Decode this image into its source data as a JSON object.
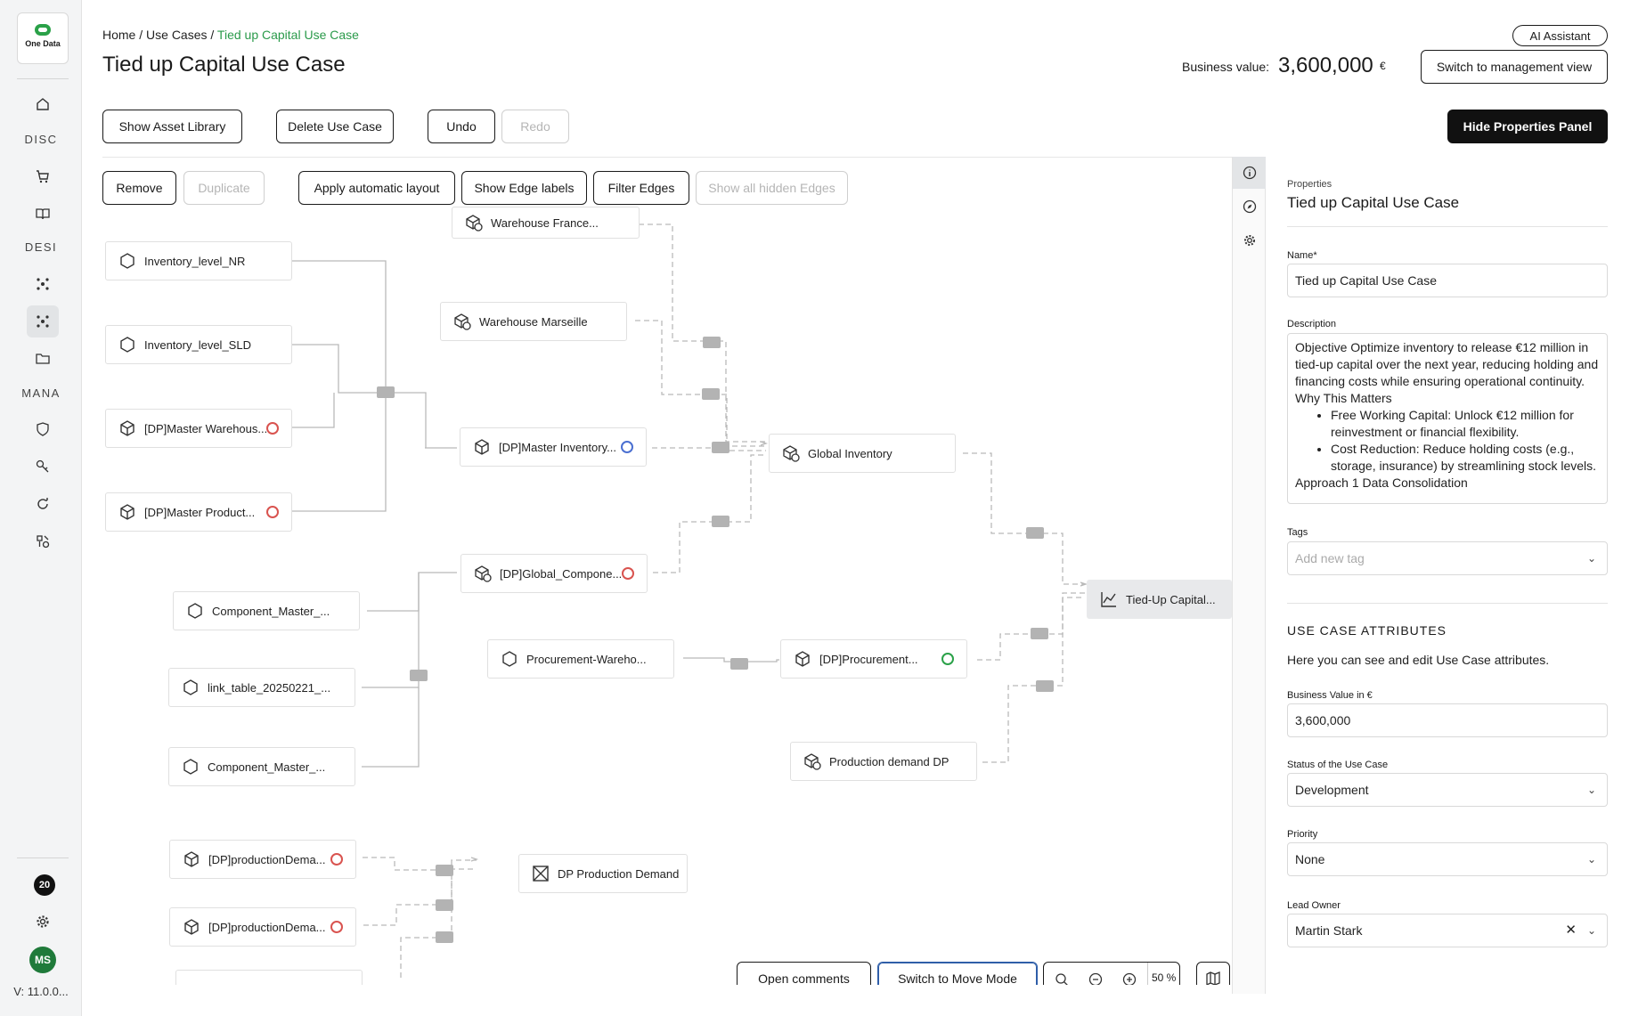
{
  "app": {
    "logo_text": "One Data",
    "version": "V: 11.0.0..."
  },
  "sidebar": {
    "labels": [
      "DISC",
      "DESI",
      "MANA"
    ],
    "notification_count": "20",
    "avatar_initials": "MS"
  },
  "breadcrumb": {
    "home": "Home",
    "sep": "/",
    "use_cases": "Use Cases",
    "current": "Tied up Capital Use Case"
  },
  "page_title": "Tied up Capital Use Case",
  "business_value": {
    "label": "Business value:",
    "value": "3,600,000",
    "unit": "€"
  },
  "header_buttons": {
    "ai_assistant": "AI Assistant",
    "switch_management": "Switch to management view",
    "show_asset_library": "Show Asset Library",
    "delete_use_case": "Delete Use Case",
    "undo": "Undo",
    "redo": "Redo",
    "hide_properties": "Hide Properties Panel"
  },
  "canvas_toolbar": {
    "remove": "Remove",
    "duplicate": "Duplicate",
    "auto_layout": "Apply automatic layout",
    "edge_labels": "Show Edge labels",
    "filter_edges": "Filter Edges",
    "show_hidden": "Show all hidden Edges"
  },
  "nodes": {
    "warehouse_france": "Warehouse France...",
    "inventory_nr": "Inventory_level_NR",
    "warehouse_marseille": "Warehouse Marseille",
    "inventory_sld": "Inventory_level_SLD",
    "master_warehouse": "[DP]Master Warehous...",
    "master_inventory": "[DP]Master Inventory...",
    "global_inventory": "Global Inventory",
    "master_product": "[DP]Master Product...",
    "global_component": "[DP]Global_Compone...",
    "tied_up_capital": "Tied-Up Capital...",
    "component_master_1": "Component_Master_...",
    "procurement_wareho": "Procurement-Wareho...",
    "dp_procurement": "[DP]Procurement...",
    "link_table": "link_table_20250221_...",
    "component_master_2": "Component_Master_...",
    "production_demand_dp": "Production demand DP",
    "production_demand_1": "[DP]productionDema...",
    "dp_production_demand": "DP Production Demand",
    "production_demand_2": "[DP]productionDema..."
  },
  "bottom_bar": {
    "open_comments": "Open comments",
    "move_mode": "Switch to Move Mode",
    "zoom": "50 %"
  },
  "properties": {
    "section_label": "Properties",
    "title": "Tied up Capital Use Case",
    "name_label": "Name*",
    "name_value": "Tied up Capital Use Case",
    "description_label": "Description",
    "description": {
      "line1": "Objective Optimize inventory to release €12 million in tied-up capital over the next year, reducing holding and financing costs while ensuring operational continuity.",
      "line2": "Why This Matters",
      "bullet1": "Free Working Capital: Unlock €12 million for reinvestment or financial flexibility.",
      "bullet2": "Cost Reduction: Reduce holding costs (e.g., storage, insurance) by streamlining stock levels.",
      "line3": "Approach 1 Data Consolidation"
    },
    "tags_label": "Tags",
    "tags_placeholder": "Add new tag",
    "attributes_heading": "USE CASE ATTRIBUTES",
    "attributes_desc": "Here you can see and edit Use Case attributes.",
    "business_value_label": "Business Value in €",
    "business_value_value": "3,600,000",
    "status_label": "Status of the Use Case",
    "status_value": "Development",
    "priority_label": "Priority",
    "priority_value": "None",
    "lead_owner_label": "Lead Owner",
    "lead_owner_value": "Martin Stark"
  },
  "colors": {
    "accent_green": "#2a9a4a",
    "dark_button": "#111111",
    "edge_gray": "#b9b9b9",
    "status_red": "#d9534f",
    "status_blue": "#4a6fd1",
    "status_green": "#2aa148"
  }
}
